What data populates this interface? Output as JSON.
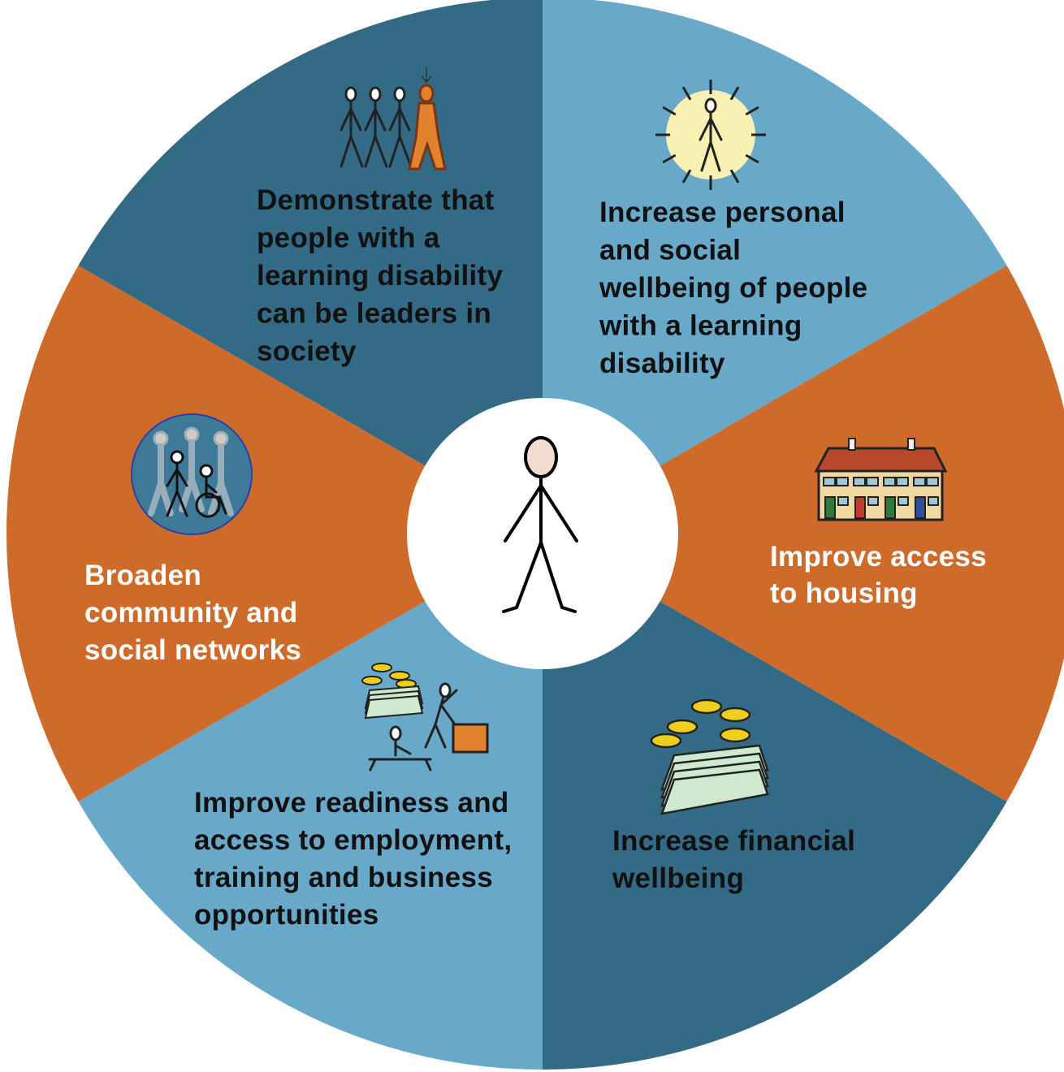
{
  "colors": {
    "light_blue": "#68A8C8",
    "dark_blue": "#336A85",
    "orange": "#CE6B2A",
    "hub": "#FFFFFF",
    "text_dark": "#111111",
    "text_light": "#FFFFFF"
  },
  "segments": [
    {
      "id": "leaders",
      "color": "light_blue",
      "icon": "people-walking-leader-icon",
      "lines": [
        "Demonstrate that",
        "people with a",
        "learning disability",
        "can be leaders in",
        "society"
      ]
    },
    {
      "id": "wellbeing",
      "color": "orange",
      "icon": "radiant-person-icon",
      "lines": [
        "Increase personal",
        "and social",
        "wellbeing of people",
        "with a learning",
        "disability"
      ]
    },
    {
      "id": "housing",
      "color": "dark_blue",
      "icon": "terraced-houses-icon",
      "lines": [
        "Improve access",
        "to housing"
      ]
    },
    {
      "id": "financial",
      "color": "light_blue",
      "icon": "money-coins-icon",
      "lines": [
        "Increase financial",
        "wellbeing"
      ]
    },
    {
      "id": "employment",
      "color": "orange",
      "icon": "work-training-icon",
      "lines": [
        "Improve readiness and",
        "access to employment,",
        "training and business",
        "opportunities"
      ]
    },
    {
      "id": "community",
      "color": "dark_blue",
      "icon": "community-group-icon",
      "lines": [
        "Broaden",
        "community and",
        "social networks"
      ]
    }
  ],
  "hub_icon": "person-icon"
}
